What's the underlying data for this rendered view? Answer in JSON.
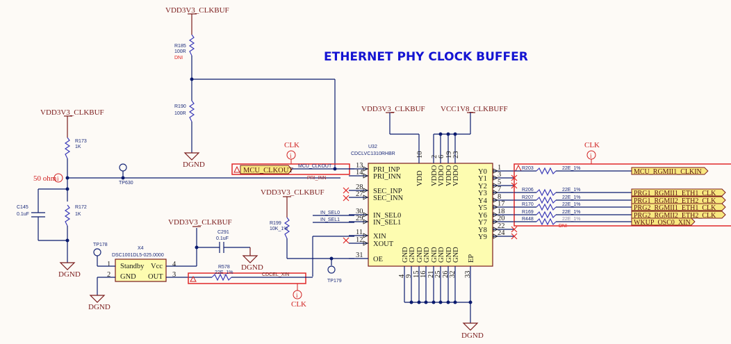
{
  "title": "ETHERNET PHY  CLOCK BUFFER",
  "power_nets": {
    "vdd3v3": "VDD3V3_CLKBUF",
    "vcc1v8": "VCC1V8_CLKBUFF",
    "gnd": "DGND"
  },
  "annotations": {
    "clk": "CLK",
    "ohm50": "50 ohm",
    "info_glyph": "i"
  },
  "components": {
    "R185": {
      "ref": "R185",
      "value": "100R",
      "note": "DNI"
    },
    "R190": {
      "ref": "R190",
      "value": "100R"
    },
    "R173": {
      "ref": "R173",
      "value": "1K"
    },
    "R172": {
      "ref": "R172",
      "value": "1K"
    },
    "C145": {
      "ref": "C145",
      "value": "0.1uF"
    },
    "C291": {
      "ref": "C291",
      "value": "0.1uF"
    },
    "R578": {
      "ref": "R578",
      "value": "22E_1%"
    },
    "R199": {
      "ref": "R199",
      "value": "10K_1%"
    },
    "TP630": {
      "ref": "TP630"
    },
    "TP178": {
      "ref": "TP178"
    },
    "TP179": {
      "ref": "TP179"
    },
    "X4": {
      "ref": "X4",
      "part": "DSC1001DL5-025.0000",
      "pins": [
        {
          "num": "1",
          "name": "Standby"
        },
        {
          "num": "2",
          "name": "GND"
        },
        {
          "num": "4",
          "name": "Vcc"
        },
        {
          "num": "3",
          "name": "OUT"
        }
      ]
    },
    "U32": {
      "ref": "U32",
      "part": "CDCLVC1310RHBR",
      "left_pins": [
        {
          "num": "13",
          "name": "PRI_INP"
        },
        {
          "num": "14",
          "name": "PRI_INN"
        },
        {
          "num": "28",
          "name": "SEC_INP"
        },
        {
          "num": "27",
          "name": "SEC_INN"
        },
        {
          "num": "30",
          "name": "IN_SEL0"
        },
        {
          "num": "29",
          "name": "IN_SEL1"
        },
        {
          "num": "11",
          "name": "XIN"
        },
        {
          "num": "12",
          "name": "XOUT"
        },
        {
          "num": "31",
          "name": "OE"
        }
      ],
      "top_pins": [
        {
          "num": "10",
          "name": "VDD"
        },
        {
          "num": "2",
          "name": "VDDO"
        },
        {
          "num": "6",
          "name": "VDDO"
        },
        {
          "num": "19",
          "name": "VDDO"
        },
        {
          "num": "23",
          "name": "VDDO"
        }
      ],
      "right_pins": [
        {
          "num": "1",
          "name": "Y0"
        },
        {
          "num": "3",
          "name": "Y1"
        },
        {
          "num": "5",
          "name": "Y2"
        },
        {
          "num": "7",
          "name": "Y3"
        },
        {
          "num": "8",
          "name": "Y4"
        },
        {
          "num": "17",
          "name": "Y5"
        },
        {
          "num": "18",
          "name": "Y6"
        },
        {
          "num": "20",
          "name": "Y7"
        },
        {
          "num": "22",
          "name": "Y8"
        },
        {
          "num": "24",
          "name": "Y9"
        }
      ],
      "bottom_pins": [
        {
          "num": "4",
          "name": "GND"
        },
        {
          "num": "9",
          "name": "GND"
        },
        {
          "num": "15",
          "name": "GND"
        },
        {
          "num": "16",
          "name": "GND"
        },
        {
          "num": "21",
          "name": "GND"
        },
        {
          "num": "25",
          "name": "GND"
        },
        {
          "num": "26",
          "name": "GND"
        },
        {
          "num": "32",
          "name": "GND"
        },
        {
          "num": "33",
          "name": "EP"
        }
      ]
    }
  },
  "nets": {
    "mcu_clkout_port": "MCU_CLKOUT",
    "mcu_clkout_label": "MCU_CLKOUT",
    "pri_inn_label": "PRI_INN",
    "in_sel0": "IN_SEL0",
    "in_sel1": "IN_SEL1",
    "cdcel_xin": "CDCEL_XIN"
  },
  "output_resistors": [
    {
      "ref": "R203",
      "value": "22E_1%",
      "port": "MCU_RGMII1_CLKIN",
      "dni": ""
    },
    {
      "ref": "R206",
      "value": "22E_1%",
      "port": "PRG1_RGMII1_ETH1_CLK",
      "dni": ""
    },
    {
      "ref": "R207",
      "value": "22E_1%",
      "port": "PRG1_RGMII2_ETH2_CLK",
      "dni": ""
    },
    {
      "ref": "R170",
      "value": "22E_1%",
      "port": "PRG2_RGMII1_ETH1_CLK",
      "dni": ""
    },
    {
      "ref": "R169",
      "value": "22E_1%",
      "port": "PRG2_RGMII2_ETH2_CLK",
      "dni": ""
    },
    {
      "ref": "R448",
      "value": "22E_1%",
      "port": "WKUP_OSC0_XIN",
      "dni": "DNI"
    }
  ]
}
